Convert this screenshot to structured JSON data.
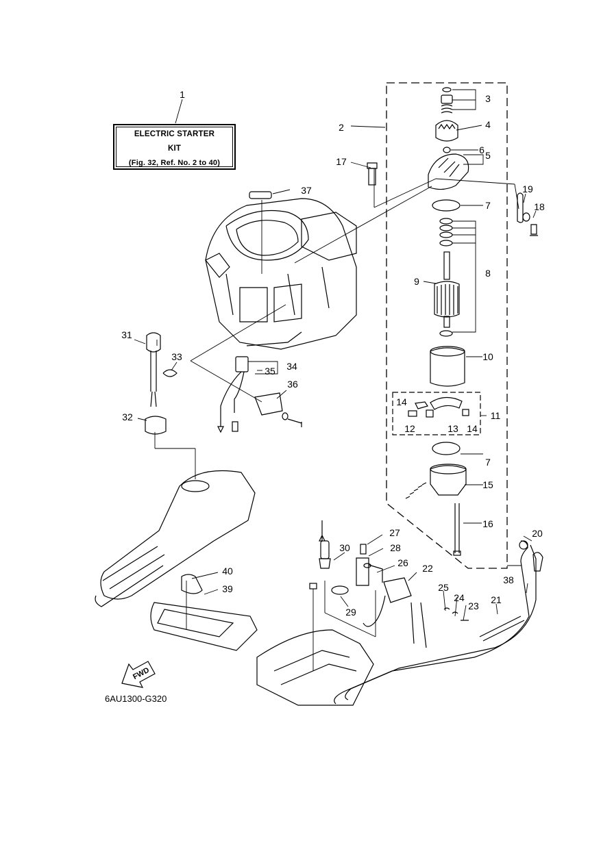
{
  "kit_box": {
    "line1": "ELECTRIC STARTER",
    "line2": "KIT",
    "line3": "(Fig. 32, Ref. No. 2 to 40)"
  },
  "callouts": [
    "1",
    "2",
    "3",
    "4",
    "5",
    "6",
    "7",
    "8",
    "9",
    "10",
    "11",
    "12",
    "13",
    "14",
    "15",
    "16",
    "17",
    "18",
    "19",
    "20",
    "21",
    "22",
    "23",
    "24",
    "25",
    "26",
    "27",
    "28",
    "29",
    "30",
    "31",
    "32",
    "33",
    "34",
    "35",
    "36",
    "37",
    "38",
    "39",
    "40"
  ],
  "callout_extra": {
    "seven_b": "7",
    "fourteen_b": "14"
  },
  "fwd_label": "FWD",
  "diagram_code": "6AU1300-G320"
}
